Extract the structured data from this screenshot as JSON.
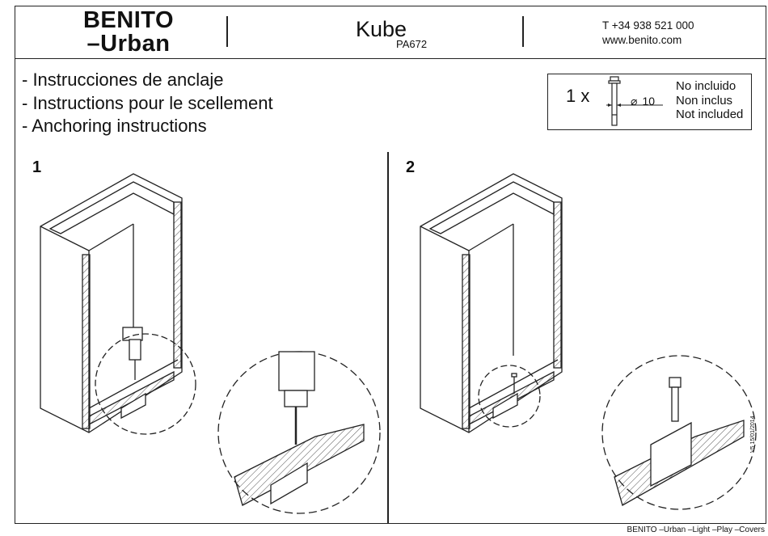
{
  "header": {
    "brand_line1": "BENITO",
    "brand_line2": "–Urban",
    "product_name": "Kube",
    "product_code": "PA672",
    "phone": "T +34 938 521 000",
    "website": "www.benito.com"
  },
  "instructions": [
    "- Instrucciones de anclaje",
    "- Instructions pour le scellement",
    "- Anchoring instructions"
  ],
  "parts_box": {
    "quantity": "1 x",
    "diameter_symbol": "⌀",
    "diameter_value": "10",
    "notes": [
      "No incluido",
      "Non inclus",
      "Not included"
    ]
  },
  "steps": [
    {
      "number": "1"
    },
    {
      "number": "2"
    }
  ],
  "version": "V5 15/01/2014",
  "footer": "BENITO –Urban –Light –Play –Covers",
  "colors": {
    "line": "#222222",
    "background": "#ffffff"
  }
}
